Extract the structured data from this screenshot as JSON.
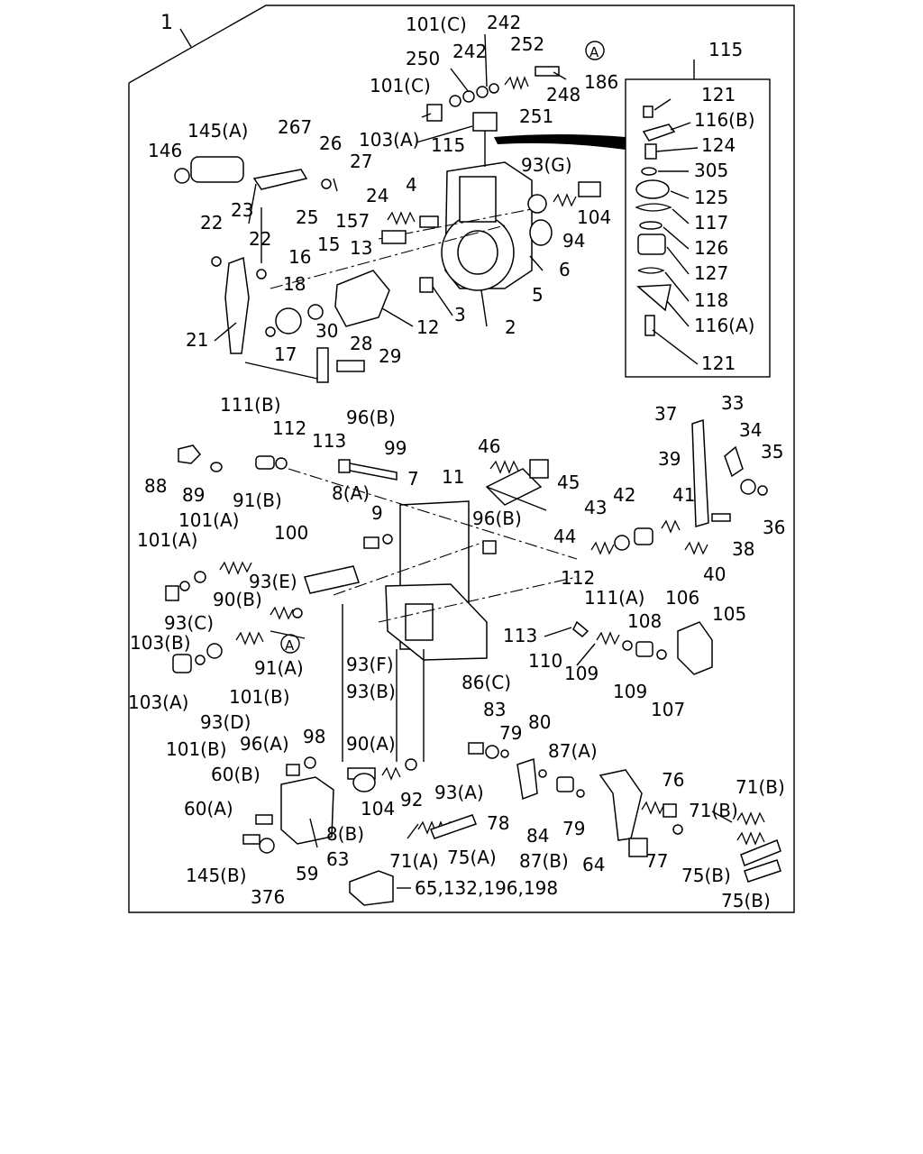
{
  "diagram": {
    "assembly_callout": "1",
    "inset_callout": "115",
    "circle_ref": "A",
    "inset_labels": [
      "121",
      "116(B)",
      "124",
      "305",
      "125",
      "117",
      "126",
      "127",
      "118",
      "116(A)",
      "121"
    ],
    "labels": [
      "101(C)",
      "242",
      "242",
      "250",
      "252",
      "186",
      "101(C)",
      "248",
      "251",
      "103(A)",
      "115",
      "145(A)",
      "267",
      "26",
      "146",
      "27",
      "93(G)",
      "4",
      "24",
      "23",
      "25",
      "104",
      "157",
      "22",
      "22",
      "13",
      "94",
      "15",
      "16",
      "6",
      "18",
      "5",
      "12",
      "3",
      "2",
      "21",
      "30",
      "28",
      "17",
      "29",
      "111(B)",
      "112",
      "96(B)",
      "113",
      "99",
      "46",
      "37",
      "33",
      "34",
      "35",
      "88",
      "89",
      "7",
      "11",
      "45",
      "39",
      "91(B)",
      "8(A)",
      "41",
      "36",
      "101(A)",
      "9",
      "96(B)",
      "43",
      "42",
      "38",
      "100",
      "101(A)",
      "44",
      "40",
      "93(E)",
      "112",
      "111(A)",
      "106",
      "93(C)",
      "90(B)",
      "105",
      "103(B)",
      "108",
      "113",
      "110",
      "91(A)",
      "93(F)",
      "109",
      "109",
      "103(A)",
      "101(B)",
      "93(B)",
      "86(C)",
      "107",
      "93(D)",
      "83",
      "80",
      "79",
      "90(A)",
      "101(B)",
      "96(A)",
      "98",
      "87(A)",
      "60(B)",
      "76",
      "71(B)",
      "92",
      "93(A)",
      "104",
      "60(A)",
      "71(B)",
      "78",
      "79",
      "8(B)",
      "84",
      "87(B)",
      "75(A)",
      "71(A)",
      "64",
      "77",
      "63",
      "145(B)",
      "59",
      "75(B)",
      "376",
      "65,132,196,198",
      "75(B)"
    ]
  }
}
